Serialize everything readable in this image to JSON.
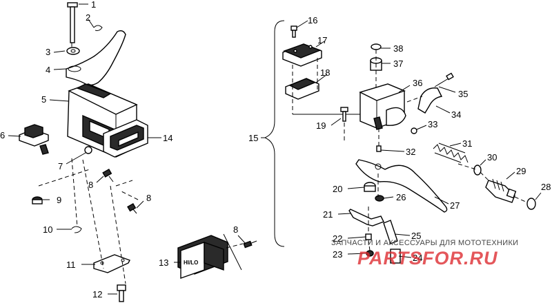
{
  "callouts": {
    "c1": "1",
    "c2": "2",
    "c3": "3",
    "c4": "4",
    "c5": "5",
    "c6": "6",
    "c7": "7",
    "c8a": "8",
    "c8b": "8",
    "c8c": "8",
    "c9": "9",
    "c10": "10",
    "c11": "11",
    "c12": "12",
    "c13": "13",
    "c14": "14",
    "c15": "15",
    "c16": "16",
    "c17": "17",
    "c18": "18",
    "c19": "19",
    "c20": "20",
    "c21": "21",
    "c22": "22",
    "c23": "23",
    "c24": "24",
    "c25": "25",
    "c26": "26",
    "c27": "27",
    "c28": "28",
    "c29": "29",
    "c30": "30",
    "c31": "31",
    "c32": "32",
    "c33": "33",
    "c34": "34",
    "c35": "35",
    "c36": "36",
    "c37": "37",
    "c38": "38"
  },
  "switch_label": "HI/LO",
  "watermark": {
    "caption": "ЗАПЧАСТИ И АКСЕССУАРЫ ДЛЯ МОТОТЕХНИКИ",
    "logo": "PARTSFOR.RU"
  }
}
